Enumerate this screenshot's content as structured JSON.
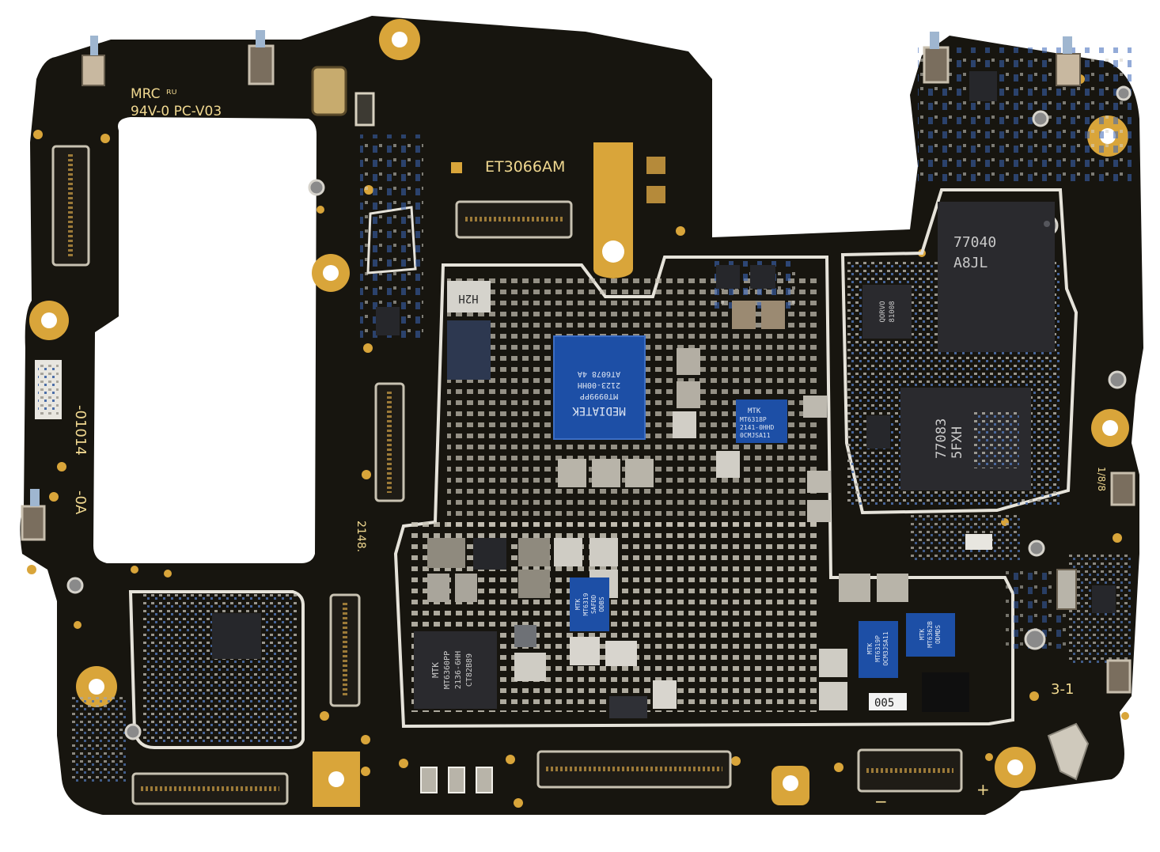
{
  "colors": {
    "board": "#17150f",
    "gold": "#d9a53a",
    "shield": "#e6e3da",
    "chip_blue": "#1d4fa6",
    "chip_dark": "#26272b",
    "component_grey": "#b8b4a9"
  },
  "silkscreen": {
    "mrc": "MRC",
    "ul": "ᴿᵁ",
    "rating": "94V-0 PC-V03",
    "model": "ET3066AM",
    "side_code_1": "-01014",
    "side_code_2": "-0A",
    "date_code": "2148.",
    "ref": "3-1",
    "minus": "−",
    "plus": "+",
    "label_005": "005",
    "code_right": "1/8/8"
  },
  "chips": {
    "mediatek": {
      "line1": "MEDIATEK",
      "line2": "MT0999PP",
      "line3": "2123-00HH",
      "line4": "AT6078 4A"
    },
    "h2h": {
      "text": "H2H"
    },
    "mtk_small": {
      "line1": "MTK",
      "line2": "MT6318P",
      "line3": "2141-0HHD",
      "line4": "0CMJSA11"
    },
    "skyworks_1": {
      "line1": "77040",
      "line2": "A8JL"
    },
    "skyworks_2": {
      "line1": "77083",
      "line2": "5FXH"
    },
    "mtk_pmic": {
      "line1": "MTK",
      "line2": "MT6360PP",
      "line3": "2136-6HH",
      "line4": "CT82B89"
    },
    "mtk_mid": {
      "line1": "MTK",
      "line2": "MT6319",
      "line3": "SAFDD",
      "line4": "ODBS"
    },
    "mtk_right_1": {
      "line1": "MTK",
      "line2": "MT6319P",
      "line3": "OCM3JSA11"
    },
    "mtk_right_2": {
      "line1": "MTK",
      "line2": "MT6362B",
      "line3": "ODMDS"
    },
    "qorvo": {
      "line1": "QORVO",
      "line2": "81008"
    }
  }
}
